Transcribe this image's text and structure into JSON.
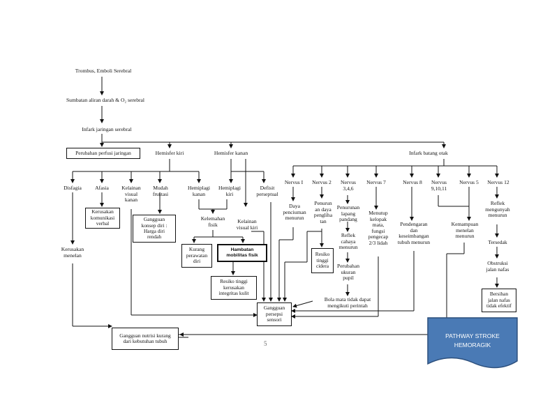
{
  "diagram": {
    "page_number": "5",
    "banner": {
      "text": "PATHWAY STROKE\nHEMORAGIK",
      "fill": "#4a7ab5",
      "border": "#2c4f7c"
    },
    "nodes": {
      "trombus": "Trombus, Emboli Serebral",
      "sumbatan": "Sumbatan aliran darah & O₂ serebral",
      "infark_jaringan": "Infark jaringan  serebral",
      "perfusi": "Perubahan perfusi jaringan",
      "hemisfer_kiri": "Hemisfer kiri",
      "hemisfer_kanan": "Hemisfer kanan",
      "infark_batang": "Infark batang otak",
      "disfagia": "Disfagia",
      "afasia": "Afasia",
      "kelainan_visual_kanan": "Kelainan\nvisual\nkanan",
      "mudah_frustasi": "Mudah\nfrustasi",
      "hemiplagi_kanan": "Hemiplagi\nkanan",
      "hemiplagi_kiri": "Hemiplagi\nkiri",
      "defisit_perseptual": "Defisit\nperseptual",
      "kerusakan_komunikasi": "Kerusakan\nkomunikasi\nverbal",
      "gangguan_konsep_diri": "Gangguan\nkonsep diri :\nHarga diri\nrendah",
      "kelemahan_fisik": "Kelemahan\nfisik",
      "kelainan_visual_kiri": "Kelainan\nvisual kiri",
      "kurang_perawatan": "Kurang\nperawatan\ndiri",
      "hambatan_mobilitas": "Hambatan\nmobilitas fisik",
      "resiko_integritas": "Resiko tinggi\nkerusakan\nintegritas kulit",
      "kerusakan_menelan": "Kerusakan\nmenelan",
      "gangguan_nutrisi": "Gangguan nutrisi kurang\ndari kebutuhan tubuh",
      "gangguan_persepsi": "Gangguan\npersepsi\nsensori",
      "nervus_1": "Nervus I",
      "nervus_2": "Nervus 2",
      "nervus_346": "Nervus\n3,4,6",
      "nervus_7": "Nervus 7",
      "nervus_8": "Nervus 8",
      "nervus_91011": "Nervus\n9,10,11",
      "nervus_5": "Nervus 5",
      "nervus_12": "Nervus 12",
      "daya_penciuman": "Daya\npenciuman\nmenurun",
      "penurunan_daya_penglihatan": "Penurun\nan daya\npengliha\ntan",
      "resiko_cidera": "Resiko\ntinggi\ncidera",
      "penurunan_lapang_pandang": "Penurunan\nlapang\npandang",
      "refleks_cahaya": "Reflek\ncahaya\nmenurun",
      "perubahan_ukuran_pupil": "Perubahan\nukuran\npupil",
      "bola_mata": "Bola mata  tidak dapat\nmengikuti perintah",
      "menutup_kelopak": "Menutup\nkelopak\nmata,\nfungsi\npengecap\n2/3 lidah",
      "pendengaran": "Pendengaran\ndan\nkeseimbangan\ntubuh menurun",
      "kemampuan_menelan": "Kemampuan\nmenelan\nmenurun",
      "refleks_mengunyah": "Reflek\nmengunyah\nmenurun",
      "tersedak": "Tersedak",
      "obstruksi": "Obstruksi\njalan nafas",
      "bersihan_jalan_nafas": "Bersihan\njalan nafas\ntidak efektif"
    }
  }
}
